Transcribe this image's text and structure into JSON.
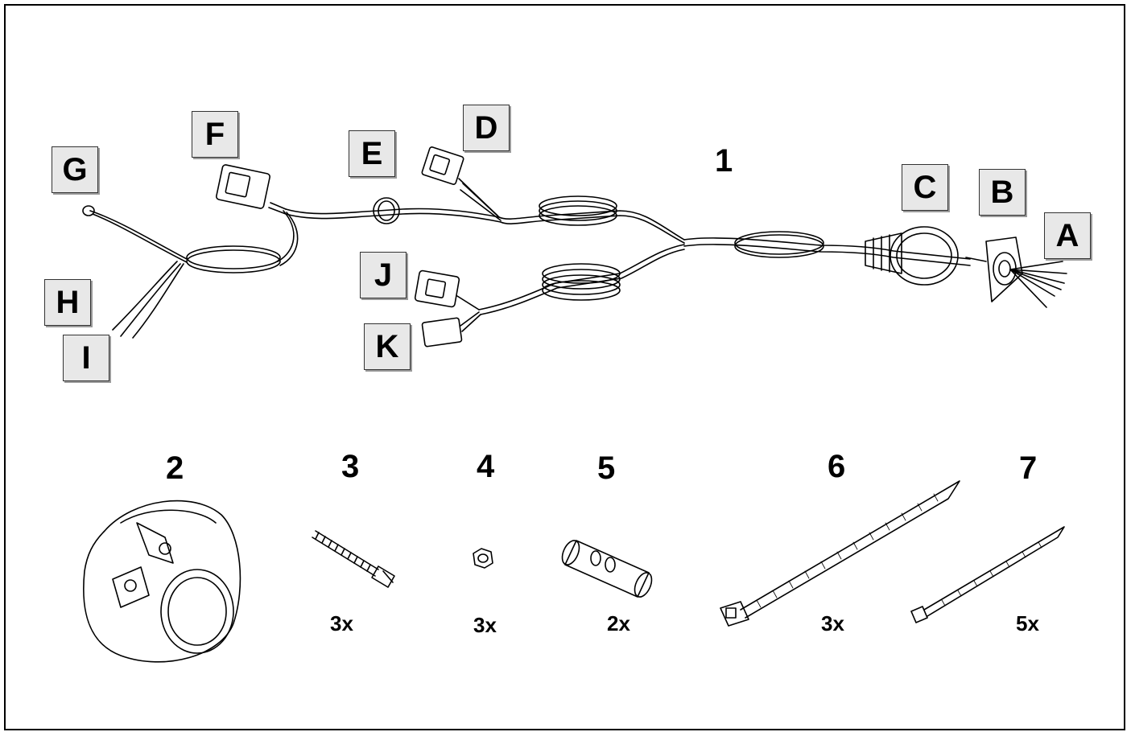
{
  "harness": {
    "number": "1",
    "callouts": {
      "A": "A",
      "B": "B",
      "C": "C",
      "D": "D",
      "E": "E",
      "F": "F",
      "G": "G",
      "H": "H",
      "I": "I",
      "J": "J",
      "K": "K"
    }
  },
  "parts": [
    {
      "number": "2",
      "quantity": ""
    },
    {
      "number": "3",
      "quantity": "3x"
    },
    {
      "number": "4",
      "quantity": "3x"
    },
    {
      "number": "5",
      "quantity": "2x"
    },
    {
      "number": "6",
      "quantity": "3x"
    },
    {
      "number": "7",
      "quantity": "5x"
    }
  ],
  "colors": {
    "line": "#000000",
    "callout_fill": "#e8e8e8",
    "background": "#ffffff"
  }
}
